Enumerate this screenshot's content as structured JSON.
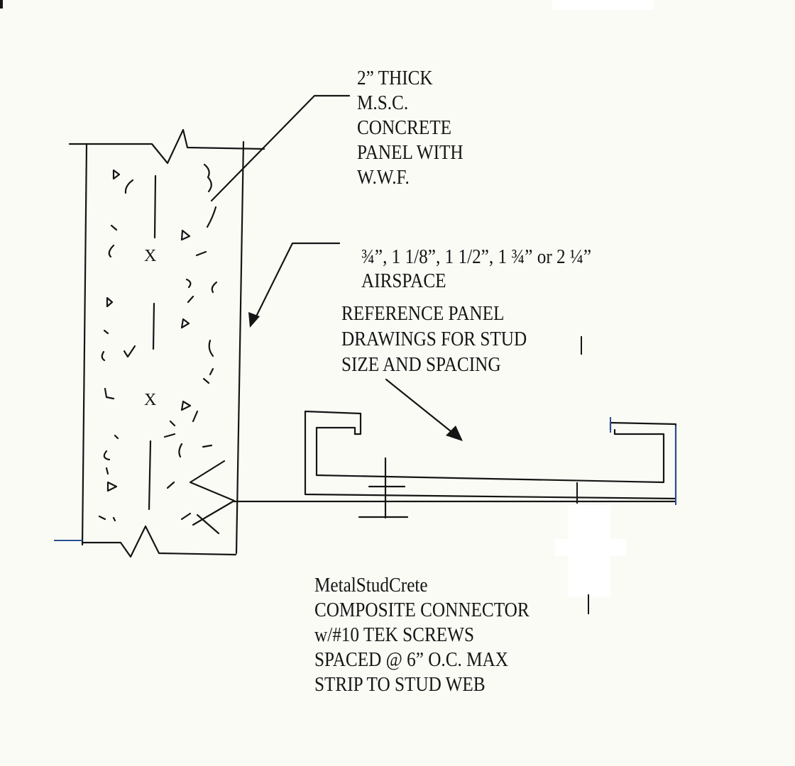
{
  "notes": {
    "panel": [
      "2” THICK",
      "M.S.C.",
      "CONCRETE",
      "PANEL WITH",
      "W.W.F."
    ],
    "airspace": [
      "¾”, 1 1/8”, 1 1/2”, 1 ¾” or 2 ¼”",
      "AIRSPACE"
    ],
    "reference": [
      "REFERENCE PANEL",
      "DRAWINGS FOR STUD",
      "SIZE AND SPACING"
    ],
    "connector": [
      "MetalStudCrete",
      "COMPOSITE CONNECTOR",
      "w/#10 TEK SCREWS",
      "SPACED @ 6” O.C. MAX",
      "STRIP TO STUD WEB"
    ]
  },
  "panel_marks": [
    "X",
    "X"
  ],
  "colors": {
    "ink": "#151515",
    "accent_blue": "#2a4f8f",
    "paper": "#fbfbf6"
  }
}
